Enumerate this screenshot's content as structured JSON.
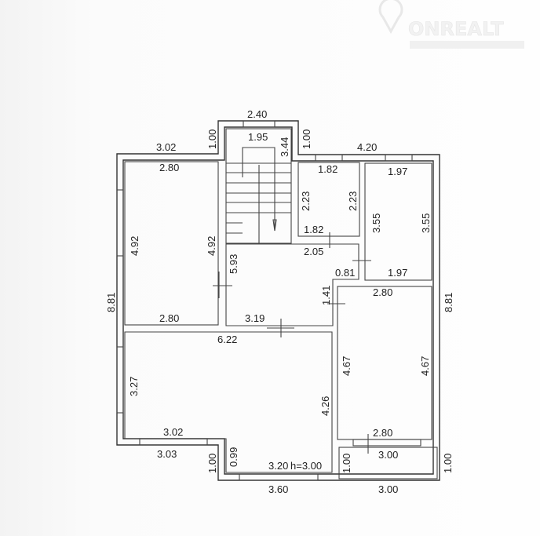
{
  "logo": {
    "text": "ONREALT"
  },
  "plan": {
    "ceiling_height": "h=3.00",
    "dimensions": {
      "stair_top_width": "2.40",
      "stair_left_offset": "1.00",
      "stair_right_offset": "1.00",
      "left_top_width": "3.02",
      "right_top_width": "4.20",
      "left_total_height": "8.81",
      "right_total_height": "8.81",
      "stair_inner_width": "1.95",
      "stair_length": "3.44",
      "room1_top": "2.80",
      "room1_bottom": "2.80",
      "room1_left": "4.92",
      "room1_right": "4.92",
      "bath_top": "1.82",
      "bath_bottom": "1.82",
      "bath_left": "2.23",
      "bath_right": "2.23",
      "room2_top": "1.97",
      "room2_bottom": "1.97",
      "room2_left": "3.55",
      "room2_right": "3.55",
      "hall_top": "2.05",
      "hall_left": "5.93",
      "hall_step": "0.81",
      "hall_step2": "1.41",
      "hall_bottom": "3.19",
      "room3_top": "2.80",
      "room3_bottom": "2.80",
      "room3_left": "4.67",
      "room3_right": "4.67",
      "living_top": "6.22",
      "living_left": "3.27",
      "living_right": "4.26",
      "living_bottom_left": "3.02",
      "living_bottom": "3.20",
      "living_notch": "0.99",
      "bottom_left_outer": "3.03",
      "bottom_left_offset": "1.00",
      "bottom_mid_outer": "3.60",
      "balcony_width": "3.00",
      "balcony_depth_left": "1.00",
      "balcony_depth_right": "1.00",
      "balcony_outer": "3.00"
    }
  }
}
